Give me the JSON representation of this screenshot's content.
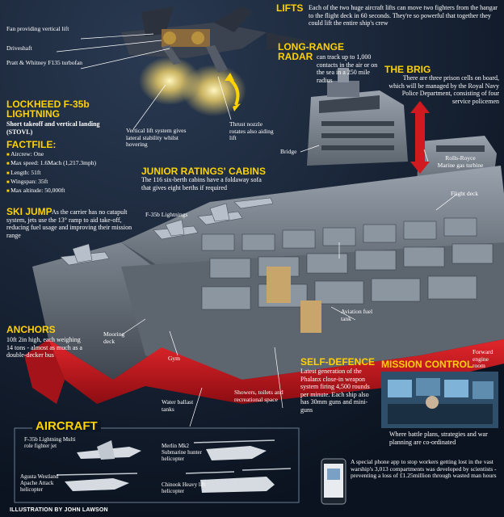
{
  "headings": {
    "lifts": "LIFTS",
    "radar_1": "LONG-RANGE",
    "radar_2": "RADAR",
    "brig": "THE BRIG",
    "lockheed_1": "LOCKHEED F-35b",
    "lockheed_2": "LIGHTNING",
    "factfile": "FACTFILE:",
    "junior": "JUNIOR RATINGS' CABINS",
    "skijump": "SKI JUMP",
    "anchors": "ANCHORS",
    "selfdefence": "SELF-DEFENCE",
    "mission": "MISSION CONTROL",
    "aircraft": "AIRCRAFT"
  },
  "texts": {
    "lifts": "Each of the two huge aircraft lifts can move two fighters from the hangar to the flight deck in 60 seconds. They're so powerful that together they could lift the entire ship's crew",
    "radar": "can track up to 1,000 contacts in the air or on the sea in a 250 mile radius",
    "brig": "There are three prison cells on board, which will be managed by the Royal Navy Police Department, consisting of four service policemen",
    "lockheed_sub": "Short takeoff and vertical landing (STOVL)",
    "junior": "The 116 six-berth cabins have a foldaway sofa that gives eight berths if required",
    "skijump": "As the carrier has no catapult system, jets use the 13° ramp to aid take-off, reducing fuel usage and improving their mission range",
    "anchors": "10ft 2in high, each weighing 14 tons - almost as much as a double-decker bus",
    "selfdefence": "Latest generation of the Phalanx close-in weapon system firing 4,500 rounds per minute. Each ship also has 30mm guns and mini-guns",
    "mission": "Where battle plans, strategies and war planning are co-ordinated",
    "phone": "A special phone app to stop workers getting lost in the vast warship's 3,013 compartments was developed by scientists - preventing a loss of £1.25million through wasted man hours"
  },
  "factfile": [
    "Aircrew: One",
    "Max speed: 1.6Mach (1,217.3mph)",
    "Length: 51ft",
    "Wingspan: 35ft",
    "Max altitude: 50,000ft"
  ],
  "labels": {
    "fan": "Fan providing vertical lift",
    "driveshaft": "Driveshaft",
    "pratt": "Pratt & Whitney F135 turbofan",
    "vertical_lift": "Vertical lift system gives lateral stability whilst hovering",
    "thrust": "Thrust nozzle rotates also aiding lift",
    "bridge": "Bridge",
    "rolls": "Rolls-Royce Marine gas turbine",
    "flight_deck": "Flight deck",
    "f35": "F-35b Lightnings",
    "aviation": "Aviation fuel tank",
    "mooring": "Mooring deck",
    "gym": "Gym",
    "forward_engine": "Forward engine room",
    "water_ballast": "Water ballast tanks",
    "showers": "Showers, toilets and recreational space"
  },
  "aircraft": [
    {
      "name": "F-35b Lightning Multi role fighter jet"
    },
    {
      "name": "Merlin Mk2 Submarine hunter helicopter"
    },
    {
      "name": "Agusta Westland Apache Attack helicopter"
    },
    {
      "name": "Chinook Heavy lift helicopter"
    }
  ],
  "credit": "ILLUSTRATION BY JOHN LAWSON",
  "colors": {
    "heading": "#ffd200",
    "background": "#0c1624",
    "hull_red": "#c0161c",
    "hull_grey": "#6b7480",
    "arrow_red": "#d01a20"
  }
}
